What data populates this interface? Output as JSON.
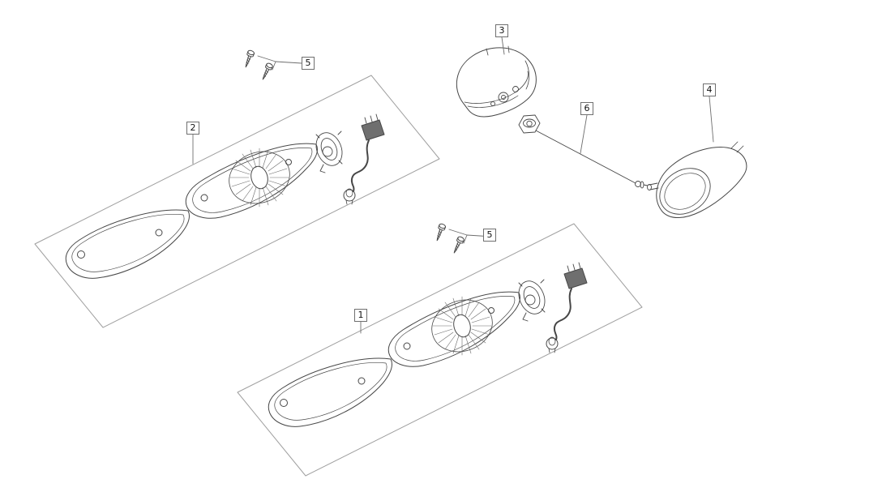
{
  "diagram": {
    "callouts": [
      {
        "text": "1"
      },
      {
        "text": "2"
      },
      {
        "text": "3"
      },
      {
        "text": "4"
      },
      {
        "text": "5"
      },
      {
        "text": "5"
      },
      {
        "text": "6"
      }
    ],
    "colors": {
      "line": "#474747",
      "frame": "#a0a0a0",
      "leader": "#6e6e6e",
      "hatch": "#6a6a6a",
      "connector_fill": "#6f6f6f",
      "background": "#ffffff",
      "label_border": "#6f6f6f"
    }
  }
}
